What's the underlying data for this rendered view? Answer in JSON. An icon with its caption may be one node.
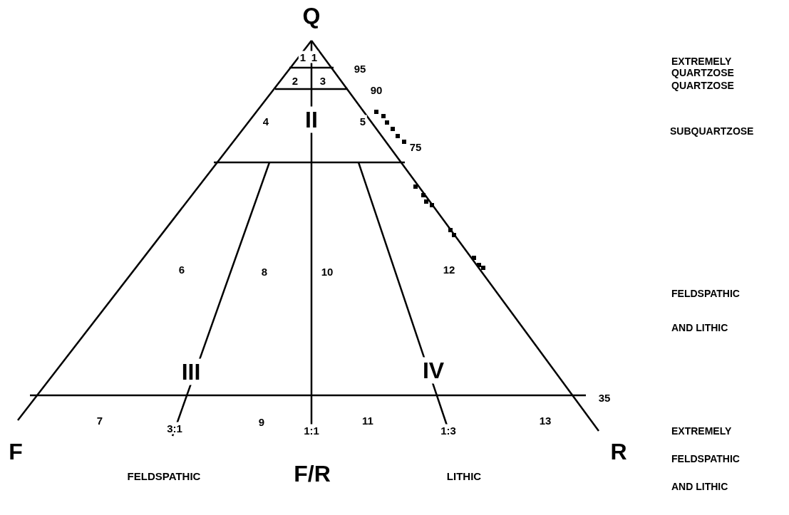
{
  "diagram": {
    "labels": [
      "Q",
      "EXTREMELY QUARTZOSE",
      "1",
      "1",
      "95",
      "2",
      "3",
      "QUARTZOSE",
      "90",
      "SUBQUARTZOSE",
      "4",
      "II",
      "5",
      "75",
      "6",
      "8",
      "10",
      "12",
      "FELDSPATHIC AND LITHIC",
      "III",
      "IV",
      "35",
      "7",
      "3:1",
      "9",
      "1:1",
      "11",
      "1:3",
      "13",
      "EXTREMELY FELDSPATHIC AND LITHIC",
      "F",
      "R",
      "FELDSPATHIC",
      "F/R",
      "LITHIC"
    ]
  }
}
